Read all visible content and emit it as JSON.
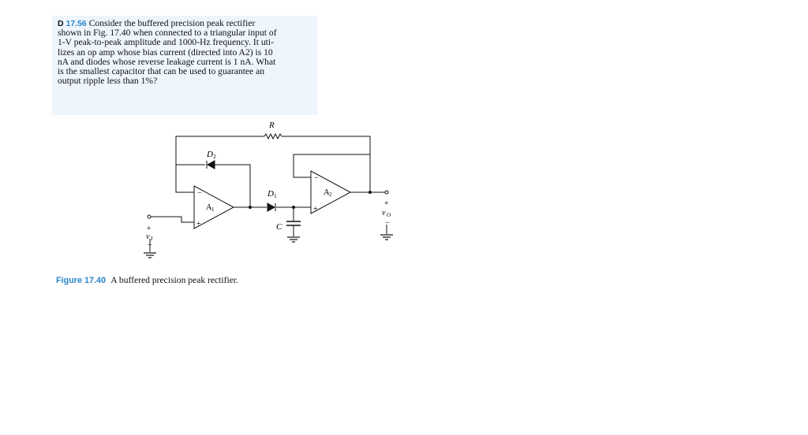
{
  "problem": {
    "letter": "D",
    "number": "17.56",
    "text": "Consider the buffered precision peak rectifier\nshown in Fig. 17.40 when connected to a triangular input of\n1-V peak-to-peak amplitude and 1000-Hz frequency. It uti-\nlizes an op amp whose bias current (directed into A2) is 10\nnA and diodes whose reverse leakage current is 1 nA. What\nis the smallest capacitor that can be used to guarantee an\noutput ripple less than 1%?"
  },
  "circuit": {
    "resistor": "R",
    "diode_d2": "D",
    "diode_d2_sub": "2",
    "diode_d1": "D",
    "diode_d1_sub": "1",
    "opamp_a1": "A",
    "opamp_a1_sub": "1",
    "opamp_a2": "A",
    "opamp_a2_sub": "2",
    "capacitor": "C",
    "input_label": "v",
    "input_sub": "I",
    "output_label": "v",
    "output_sub": "O",
    "plus": "+",
    "minus": "−"
  },
  "caption": {
    "label": "Figure 17.40",
    "text": "A buffered precision peak rectifier."
  }
}
